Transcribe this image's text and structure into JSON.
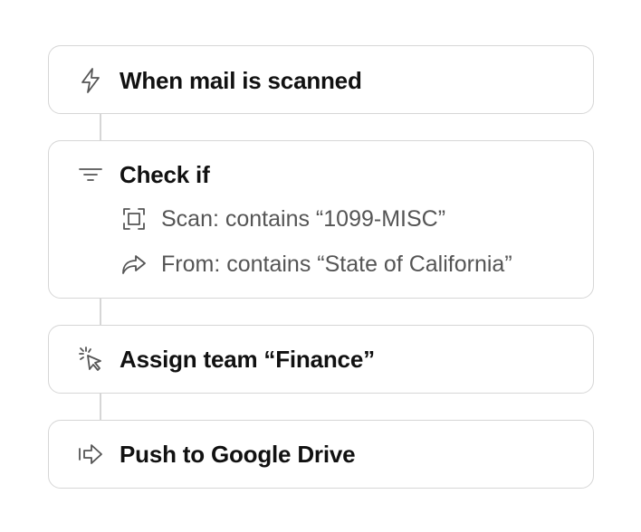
{
  "steps": {
    "trigger": {
      "label": "When mail is scanned",
      "icon": "lightning-icon"
    },
    "filter": {
      "label": "Check if",
      "icon": "filter-icon",
      "conditions": [
        {
          "label": "Scan: contains “1099-MISC”",
          "icon": "scan-icon"
        },
        {
          "label": "From: contains “State of California”",
          "icon": "forward-arrow-icon"
        }
      ]
    },
    "assign": {
      "label": "Assign team “Finance”",
      "icon": "cursor-click-icon"
    },
    "push": {
      "label": "Push to Google Drive",
      "icon": "arrow-right-outline-icon"
    }
  },
  "colors": {
    "border": "#d6d6d6",
    "title_text": "#111111",
    "condition_text": "#555555",
    "icon_stroke": "#555555"
  }
}
